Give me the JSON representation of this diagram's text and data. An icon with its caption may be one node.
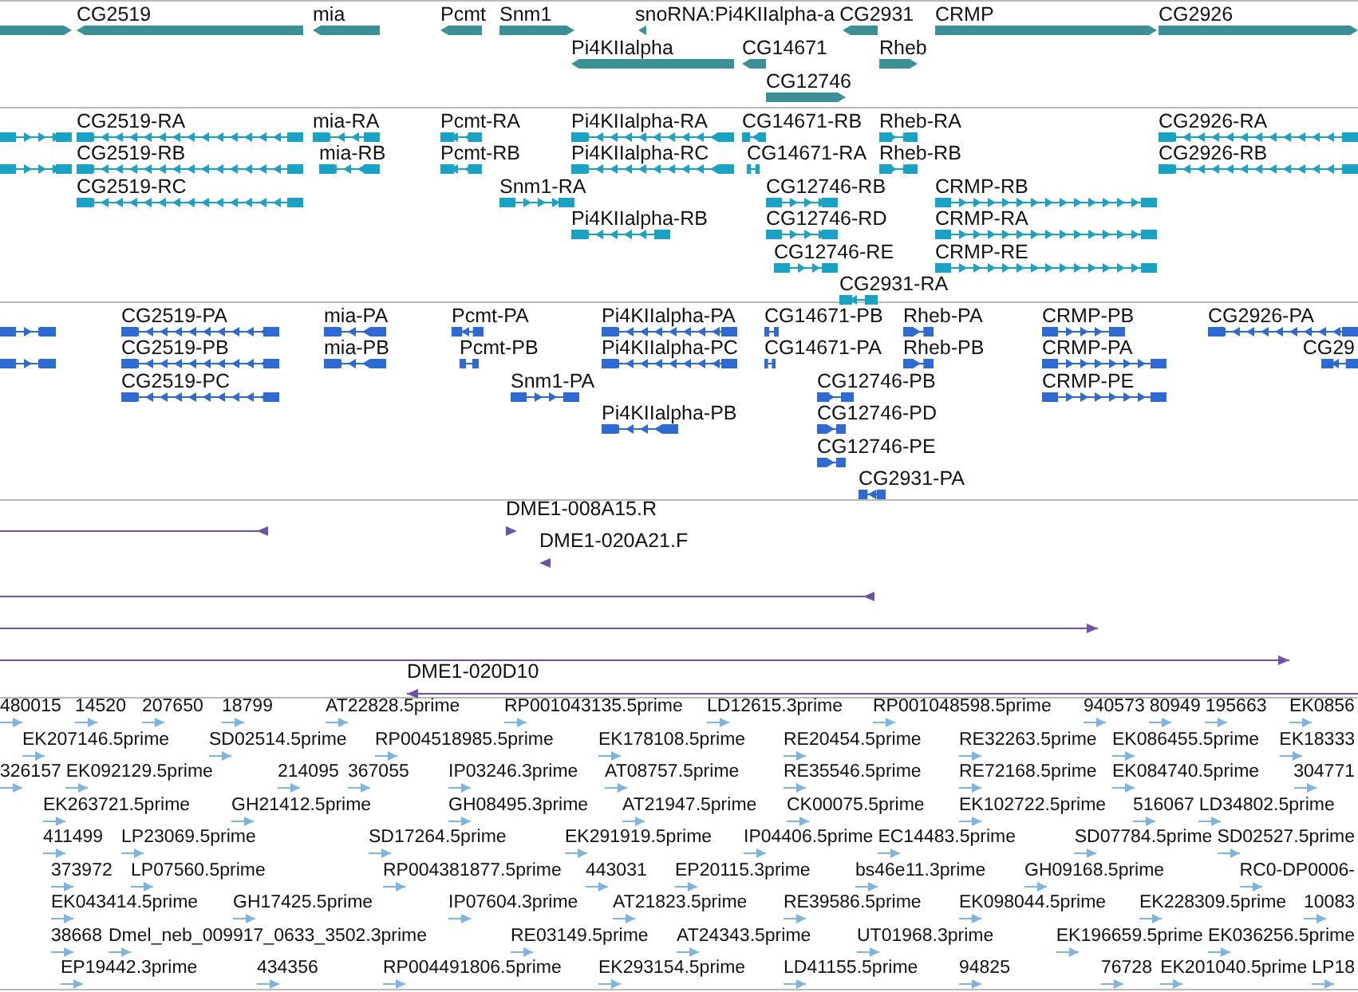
{
  "diagram": {
    "labels": [
      "CG2519",
      "mia",
      "Pcmt",
      "Snm1",
      "snoRNA:Pi4KIIalpha-a",
      "CG2931",
      "CRMP",
      "CG2926",
      "Pi4KIIalpha",
      "CG14671",
      "Rheb",
      "CG12746",
      "CG2519-RA",
      "mia-RA",
      "Pcmt-RA",
      "Pi4KIIalpha-RA",
      "CG14671-RB",
      "Rheb-RA",
      "CG2926-RA",
      "CG2519-RB",
      "mia-RB",
      "Pcmt-RB",
      "Pi4KIIalpha-RC",
      "CG14671-RA",
      "Rheb-RB",
      "CG2926-RB",
      "CG2519-RC",
      "Snm1-RA",
      "CG12746-RB",
      "CRMP-RB",
      "Pi4KIIalpha-RB",
      "CG12746-RD",
      "CRMP-RA",
      "CG12746-RE",
      "CRMP-RE",
      "CG2931-RA",
      "CG2519-PA",
      "mia-PA",
      "Pcmt-PA",
      "Pi4KIIalpha-PA",
      "CG14671-PB",
      "Rheb-PA",
      "CRMP-PB",
      "CG2926-PA",
      "CG2519-PB",
      "mia-PB",
      "Pcmt-PB",
      "Pi4KIIalpha-PC",
      "CG14671-PA",
      "Rheb-PB",
      "CRMP-PA",
      "CG29",
      "CG2519-PC",
      "Snm1-PA",
      "CG12746-PB",
      "CRMP-PE",
      "Pi4KIIalpha-PB",
      "CG12746-PD",
      "CG12746-PE",
      "CG2931-PA",
      "DME1-008A15.R",
      "DME1-020A21.F",
      "DME1-020D10",
      "480015",
      "14520",
      "207650",
      "18799",
      "AT22828.5prime",
      "RP001043135.5prime",
      "LD12615.3prime",
      "RP001048598.5prime",
      "940573",
      "80949",
      "195663",
      "EK0856",
      "EK207146.5prime",
      "SD02514.5prime",
      "RP004518985.5prime",
      "EK178108.5prime",
      "RE20454.5prime",
      "RE32263.5prime",
      "EK086455.5prime",
      "EK18333",
      "326157",
      "EK092129.5prime",
      "214095",
      "367055",
      "IP03246.3prime",
      "AT08757.5prime",
      "RE35546.5prime",
      "RE72168.5prime",
      "EK084740.5prime",
      "304771",
      "EK263721.5prime",
      "GH21412.5prime",
      "GH08495.3prime",
      "AT21947.5prime",
      "CK00075.5prime",
      "EK102722.5prime",
      "516067",
      "LD34802.5prime",
      "411499",
      "LP23069.5prime",
      "SD17264.5prime",
      "EK291919.5prime",
      "IP04406.5prime",
      "EC14483.5prime",
      "SD07784.5prime",
      "SD02527.5prime",
      "373972",
      "LP07560.5prime",
      "RP004381877.5prime",
      "443031",
      "EP20115.3prime",
      "bs46e11.3prime",
      "GH09168.5prime",
      "RC0-DP0006-",
      "EK043414.5prime",
      "GH17425.5prime",
      "IP07604.3prime",
      "AT21823.5prime",
      "RE39586.5prime",
      "EK098044.5prime",
      "EK228309.5prime",
      "10083",
      "38668",
      "Dmel_neb_009917_0633_3502.3prime",
      "RE03149.5prime",
      "AT24343.5prime",
      "UT01968.3prime",
      "EK196659.5prime",
      "EK036256.5prime",
      "EP19442.3prime",
      "434356",
      "RP004491806.5prime",
      "EK293154.5prime",
      "LD41155.5prime",
      "94825",
      "76728",
      "EK201040.5prime",
      "LP18"
    ]
  }
}
